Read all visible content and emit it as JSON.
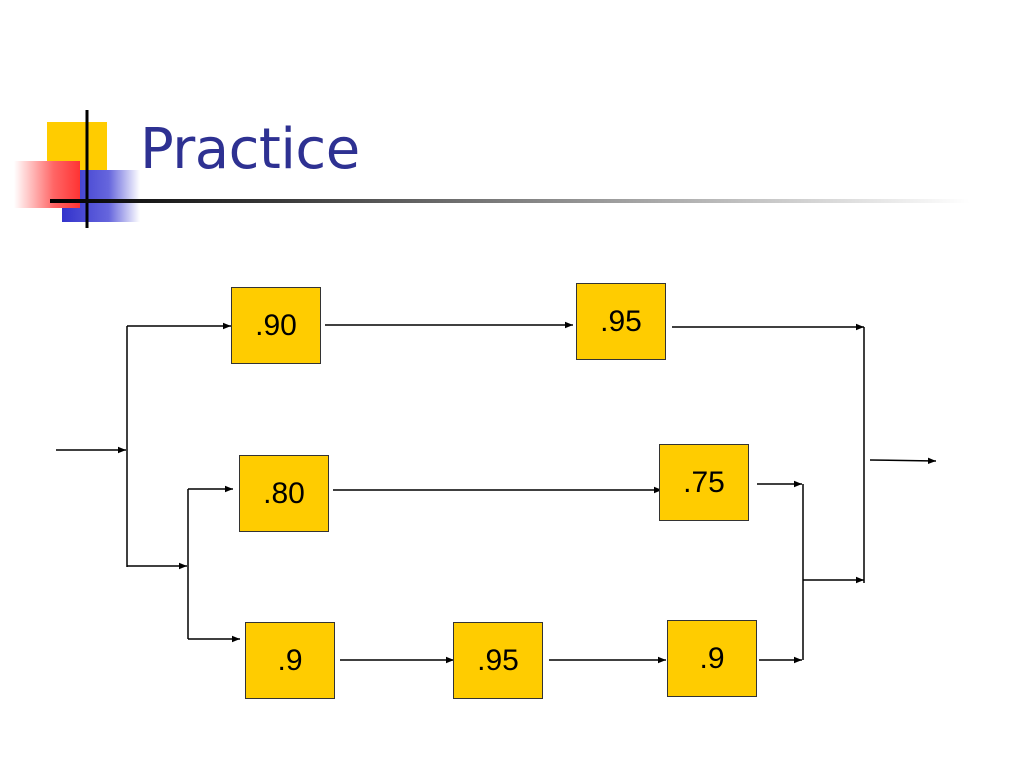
{
  "slide": {
    "title": "Practice"
  },
  "colors": {
    "title": "#2E3192",
    "box_fill": "#FFCC00",
    "logo_yellow": "#FFCC00",
    "logo_red": "#FF3333",
    "logo_blue": "#3333CC"
  },
  "diagram": {
    "components": [
      {
        "id": "top-1",
        "label": ".90"
      },
      {
        "id": "top-2",
        "label": ".95"
      },
      {
        "id": "mid-1",
        "label": ".80"
      },
      {
        "id": "mid-2",
        "label": ".75"
      },
      {
        "id": "bot-1",
        "label": ".9"
      },
      {
        "id": "bot-2",
        "label": ".95"
      },
      {
        "id": "bot-3",
        "label": ".9"
      }
    ]
  }
}
